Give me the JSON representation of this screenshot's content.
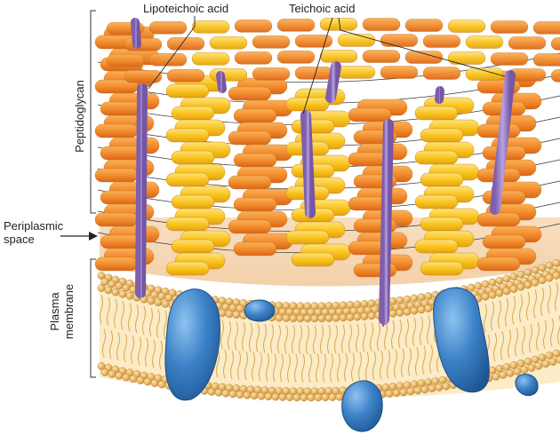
{
  "labels": {
    "lipoteichoic_acid": "Lipoteichoic acid",
    "teichoic_acid": "Teichoic acid",
    "peptidoglycan": "Peptidoglycan",
    "periplasmic_line1": "Periplasmic",
    "periplasmic_line2": "space",
    "plasma_line1": "Plasma",
    "plasma_line2": "membrane"
  },
  "colors": {
    "orange_peptide": "#F0892A",
    "yellow_peptide": "#F7C21B",
    "periplasm": "#F7E2C8",
    "lipid_head": "#E9B868",
    "membrane_core": "#FBEBC6",
    "protein_blue": "#3D85C6",
    "teichoic_purple": "#9B7EC4",
    "leader_line": "#222222"
  }
}
